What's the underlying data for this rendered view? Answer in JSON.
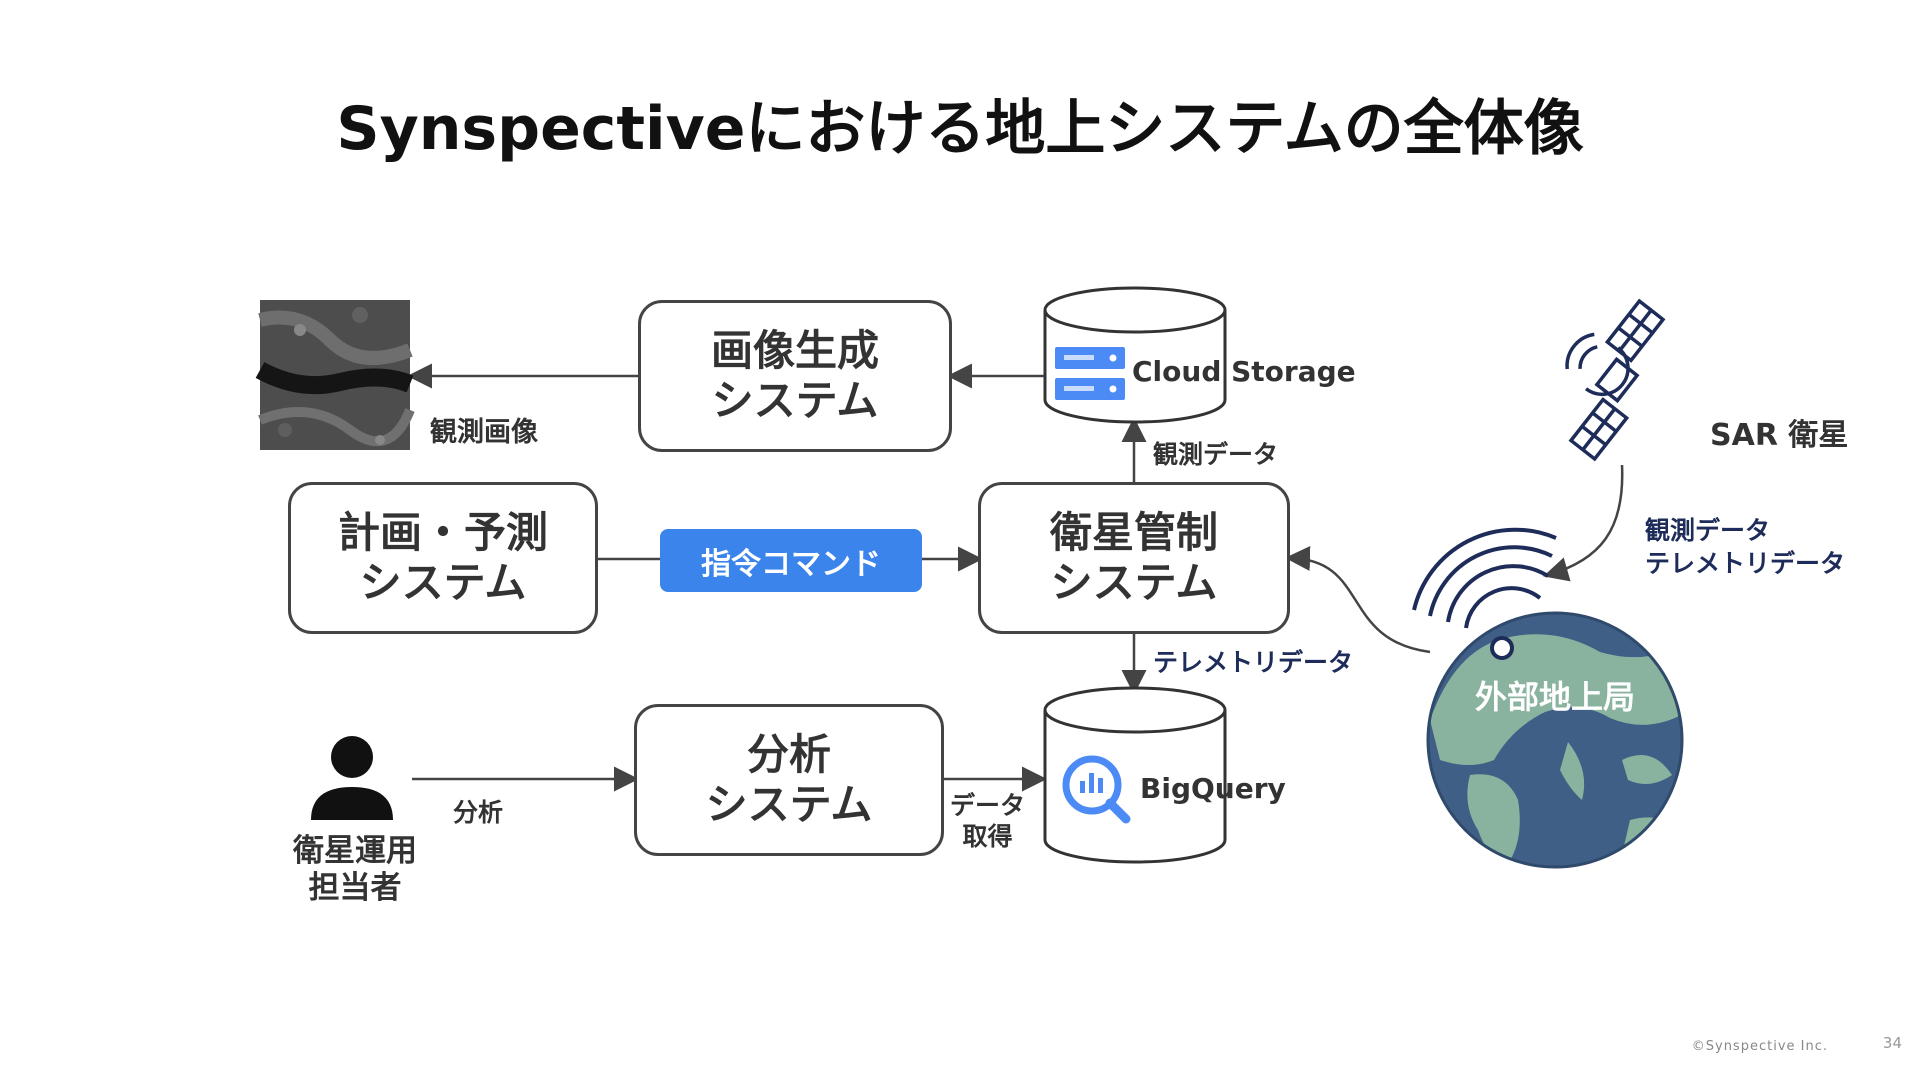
{
  "title": "Synspectiveにおける地上システムの全体像",
  "boxes": {
    "image_gen": [
      "画像生成",
      "システム"
    ],
    "planning": [
      "計画・予測",
      "システム"
    ],
    "sat_control": [
      "衛星管制",
      "システム"
    ],
    "analysis": [
      "分析",
      "システム"
    ]
  },
  "storage": {
    "cloud_storage": "Cloud Storage",
    "bigquery": "BigQuery"
  },
  "labels": {
    "observed_image": "観測画像",
    "obs_data": "観測データ",
    "command": "指令コマンド",
    "telemetry": "テレメトリデータ",
    "analysis_arrow": "分析",
    "data_get": [
      "データ",
      "取得"
    ],
    "operator": [
      "衛星運用",
      "担当者"
    ],
    "sar": "SAR 衛星",
    "sat_data": [
      "観測データ",
      "テレメトリデータ"
    ],
    "ground_station": "外部地上局"
  },
  "footer": {
    "copyright": "©Synspective Inc.",
    "page": "34"
  },
  "colors": {
    "command_bg": "#3b84eb",
    "navy": "#1e2c5a",
    "ocean": "#3f5f86",
    "land": "#8ab39f"
  }
}
